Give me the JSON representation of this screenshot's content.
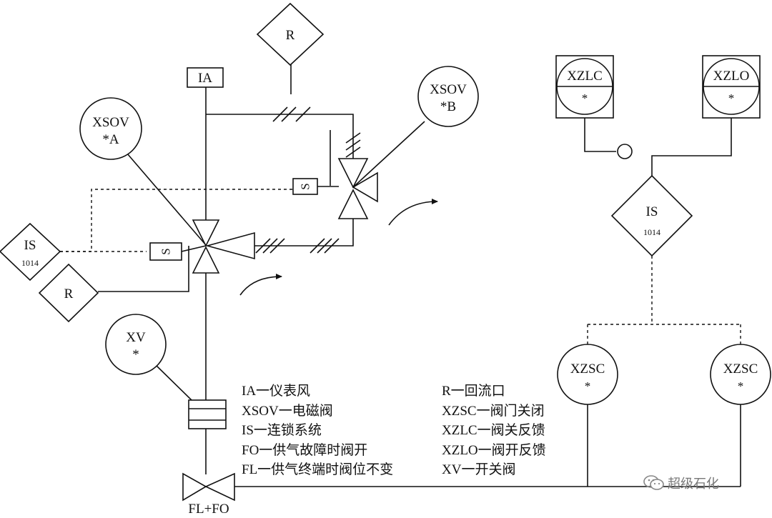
{
  "tags": {
    "ia": "IA",
    "r_top": "R",
    "r_left": "R",
    "xsov_a_name": "XSOV",
    "xsov_a_sub": "*A",
    "xsov_b_name": "XSOV",
    "xsov_b_sub": "*B",
    "is_left_name": "IS",
    "is_left_num": "1014",
    "is_right_name": "IS",
    "is_right_num": "1014",
    "xv_name": "XV",
    "xv_sub": "*",
    "xzlc_name": "XZLC",
    "xzlc_sub": "*",
    "xzlo_name": "XZLO",
    "xzlo_sub": "*",
    "xzsc1_name": "XZSC",
    "xzsc1_sub": "*",
    "xzsc2_name": "XZSC",
    "xzsc2_sub": "*",
    "solenoid_top": "S",
    "solenoid_mid": "S",
    "valve_label": "FL+FO"
  },
  "legend_left": [
    "IA一仪表风",
    "XSOV一电磁阀",
    "IS一连锁系统",
    "FO一供气故障时阀开",
    "FL一供气终端时阀位不变"
  ],
  "legend_right": [
    "R一回流口",
    "XZSC一阀门关闭",
    "XZLC一阀关反馈",
    "XZLO一阀开反馈",
    "XV一开关阀"
  ],
  "watermark": "超级石化"
}
